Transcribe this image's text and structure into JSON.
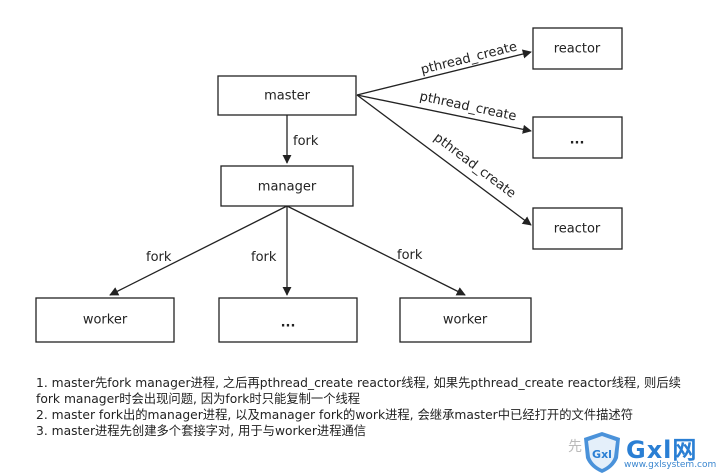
{
  "nodes": {
    "master": "master",
    "manager": "manager",
    "reactor_top": "reactor",
    "reactor_ellipsis": "...",
    "reactor_bottom": "reactor",
    "worker_left": "worker",
    "worker_ellipsis": "...",
    "worker_right": "worker"
  },
  "edges": {
    "master_to_manager": "fork",
    "master_to_reactor_top": "pthread_create",
    "master_to_reactor_ellipsis": "pthread_create",
    "master_to_reactor_bottom": "pthread_create",
    "manager_to_worker_left": "fork",
    "manager_to_worker_middle": "fork",
    "manager_to_worker_right": "fork"
  },
  "notes": [
    "1. master先fork manager进程, 之后再pthread_create reactor线程, 如果先pthread_create reactor线程, 则后续fork manager时会出现问题, 因为fork时只能复制一个线程",
    "2. master fork出的manager进程, 以及manager fork的work进程, 会继承master中已经打开的文件描述符",
    "3. master进程先创建多个套接字对, 用于与worker进程通信"
  ],
  "watermark": {
    "prefix": "先",
    "brand": "Gxl网",
    "url": "www.gxlsystem.com"
  }
}
